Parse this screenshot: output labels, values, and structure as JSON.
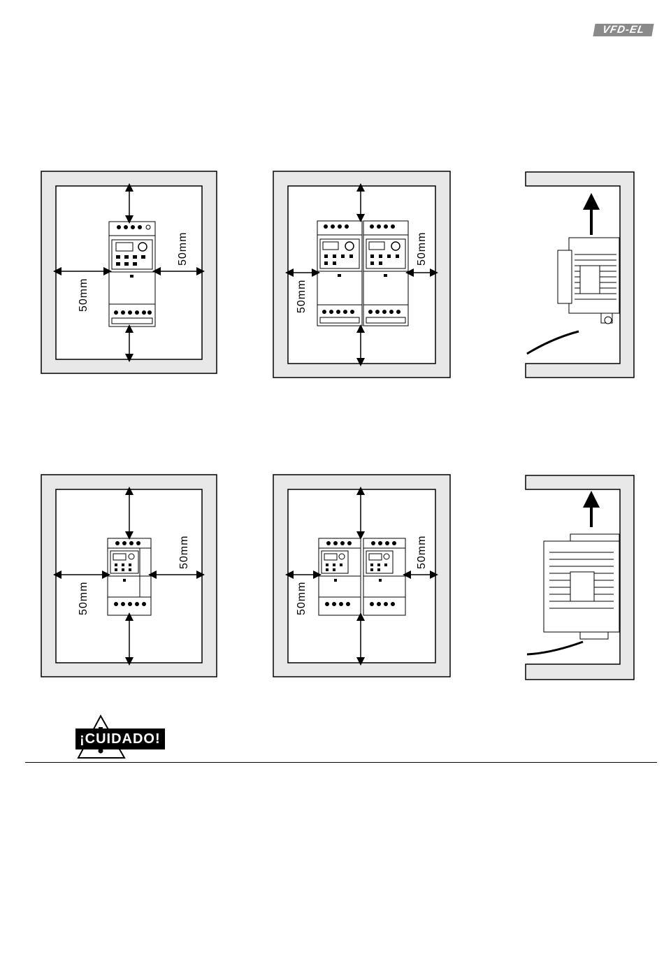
{
  "header": {
    "brand": "VFD-EL"
  },
  "clearance": {
    "label": "50mm"
  },
  "caution": {
    "label": "¡CUIDADO!"
  }
}
